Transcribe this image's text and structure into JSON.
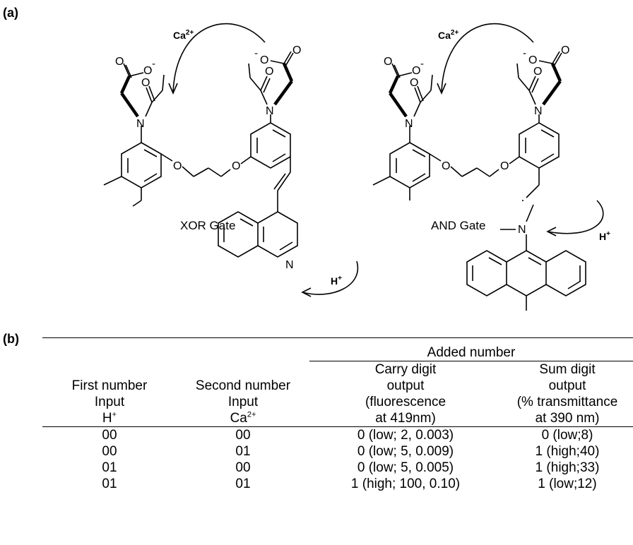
{
  "panels": {
    "a": "(a)",
    "b": "(b)"
  },
  "diagram": {
    "ion_label_left": "Ca",
    "ion_label_right": "Ca",
    "ion_charge": "2+",
    "proton_label": "H",
    "proton_charge": "+",
    "xor_gate": "XOR Gate",
    "and_gate": "AND Gate",
    "atoms": {
      "nitrogen": "N",
      "oxygen": "O",
      "anion_minus": "-"
    }
  },
  "table": {
    "group_header": "Added number",
    "columns": [
      {
        "lines": [
          "First number",
          "Input",
          "H"
        ],
        "sup": "+"
      },
      {
        "lines": [
          "Second number",
          "Input",
          "Ca"
        ],
        "sup": "2+"
      },
      {
        "lines": [
          "Carry digit",
          "output",
          "(fluorescence",
          "at 419nm)"
        ],
        "sup": ""
      },
      {
        "lines": [
          "Sum digit",
          "output",
          "(% transmittance",
          "at 390 nm)"
        ],
        "sup": ""
      }
    ],
    "rows": [
      [
        "00",
        "00",
        "0 (low; 2, 0.003)",
        "0 (low;8)"
      ],
      [
        "00",
        "01",
        "0 (low; 5, 0.009)",
        "1 (high;40)"
      ],
      [
        "01",
        "00",
        "0 (low; 5, 0.005)",
        "1 (high;33)"
      ],
      [
        "01",
        "01",
        "1 (high; 100, 0.10)",
        "1 (low;12)"
      ]
    ]
  }
}
